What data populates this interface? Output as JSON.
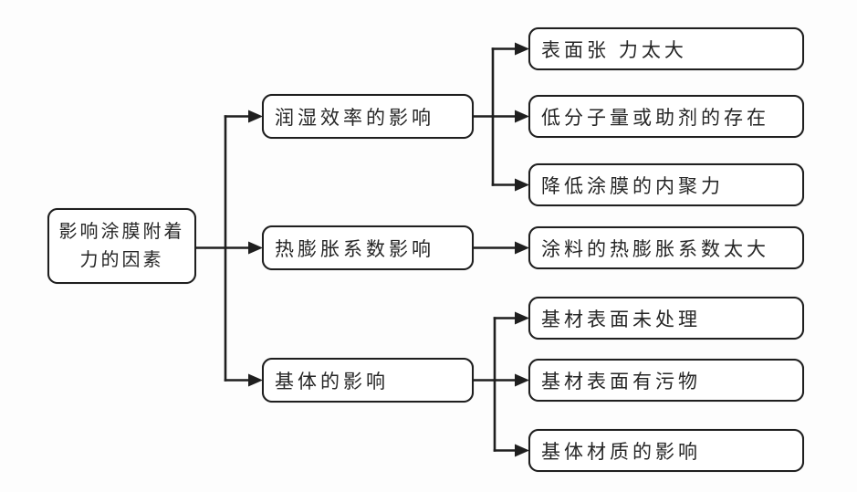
{
  "diagram": {
    "title": "影响涂膜附着力的因素",
    "root": {
      "line1": "影响涂膜附着",
      "line2": "力的因素"
    },
    "branches": [
      {
        "label": "润湿效率的影响",
        "children": [
          "表面张 力太大",
          "低分子量或助剂的存在",
          "降低涂膜的内聚力"
        ]
      },
      {
        "label": "热膨胀系数影响",
        "children": [
          "涂料的热膨胀系数太大"
        ]
      },
      {
        "label": "基体的影响",
        "children": [
          "基材表面未处理",
          "基材表面有污物",
          "基体材质的影响"
        ]
      }
    ],
    "colors": {
      "line": "#1f1f1f",
      "box_border": "#1f1f1f",
      "box_background": "#ffffff",
      "text": "#262626",
      "page_background": "#fdfdfd"
    }
  }
}
